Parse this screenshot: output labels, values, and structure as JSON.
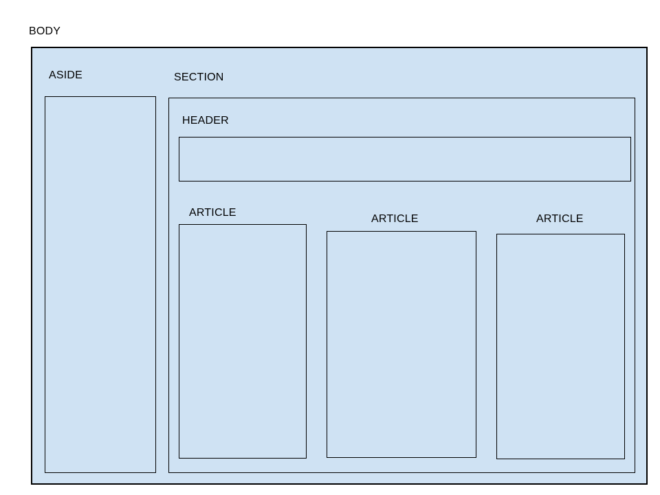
{
  "diagram": {
    "body": {
      "label": "BODY",
      "aside": {
        "label": "ASIDE"
      },
      "section": {
        "label": "SECTION",
        "header": {
          "label": "HEADER"
        },
        "articles": [
          {
            "label": "ARTICLE"
          },
          {
            "label": "ARTICLE"
          },
          {
            "label": "ARTICLE"
          }
        ]
      }
    },
    "colors": {
      "fill": "#cfe2f3",
      "border": "#000000",
      "label_text": "#000000",
      "page_background": "#ffffff"
    }
  }
}
